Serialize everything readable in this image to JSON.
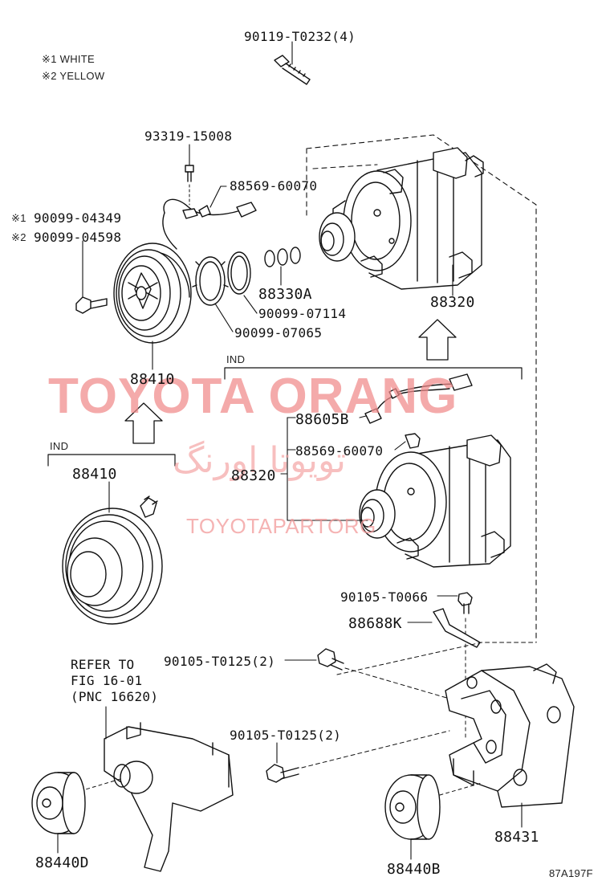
{
  "notes": {
    "white": "※1 WHITE",
    "yellow": "※2 YELLOW"
  },
  "labels": {
    "bolt_top": "90119-T0232(4)",
    "screw": "93319-15008",
    "clip_top": "88569-60070",
    "bolt_white": "90099-04349",
    "bolt_yellow": "90099-04598",
    "mark1": "※1",
    "mark2": "※2",
    "shims": "88330A",
    "ring_inner": "90099-07114",
    "ring_outer": "90099-07065",
    "compressor_top": "88320",
    "clutch_top": "88410",
    "ind_right": "IND",
    "wire_harness": "88605B",
    "clip_mid": "88569-60070",
    "compressor_ind": "88320",
    "ind_left": "IND",
    "clutch_ind": "88410",
    "bolt_bracket": "90105-T0066",
    "bracket_small": "88688K",
    "bolt_mount1": "90105-T0125(2)",
    "refer1": "REFER TO",
    "refer2": "FIG 16-01",
    "refer3": "(PNC 16620)",
    "bolt_mount2": "90105-T0125(2)",
    "idler_left": "88440D",
    "idler_right": "88440B",
    "bracket_main": "88431",
    "fig_code": "87A197F"
  },
  "watermark": {
    "main": "TOYOTA ORANG",
    "farsi": "تویوتا اورنگ",
    "sub": "TOYOTAPARTORG"
  },
  "colors": {
    "line": "#111111",
    "watermark": "#f08a8a"
  }
}
